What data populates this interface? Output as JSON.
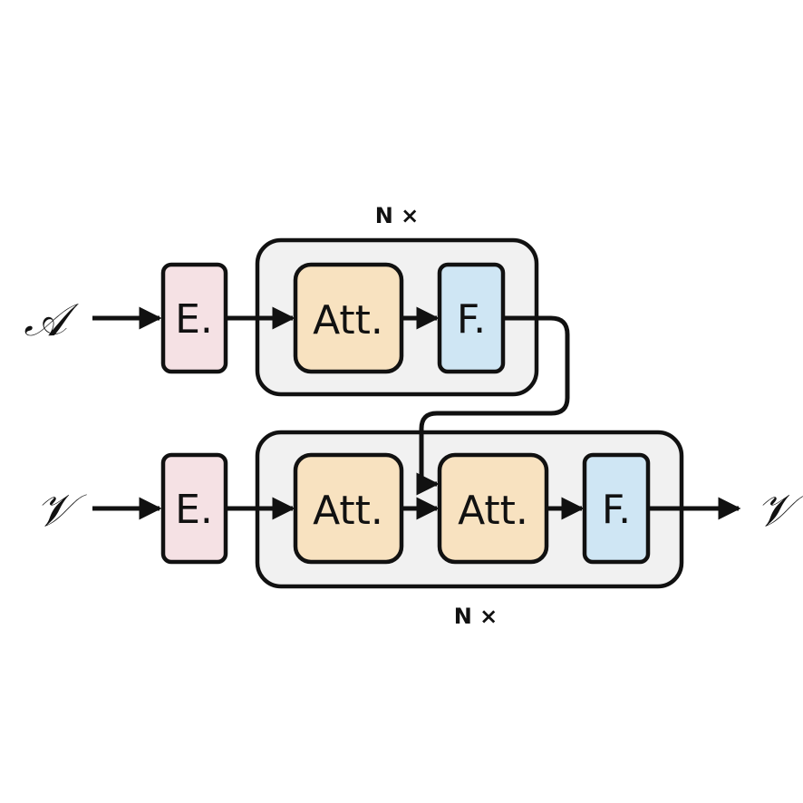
{
  "colors": {
    "embed_fill": "#f5e1e4",
    "attention_fill": "#f8e2c0",
    "ffn_fill": "#cfe6f4",
    "group_fill": "#f1f1f1",
    "stroke": "#111111"
  },
  "top_branch": {
    "input_label": "𝒜",
    "repeat_label": "N ×",
    "embed_label": "E.",
    "attention_label": "Att.",
    "ffn_label": "F."
  },
  "bottom_branch": {
    "input_label": "𝒱",
    "repeat_label": "N ×",
    "embed_label": "E.",
    "self_attention_label": "Att.",
    "cross_attention_label": "Att.",
    "ffn_label": "F.",
    "output_label": "𝒱"
  }
}
